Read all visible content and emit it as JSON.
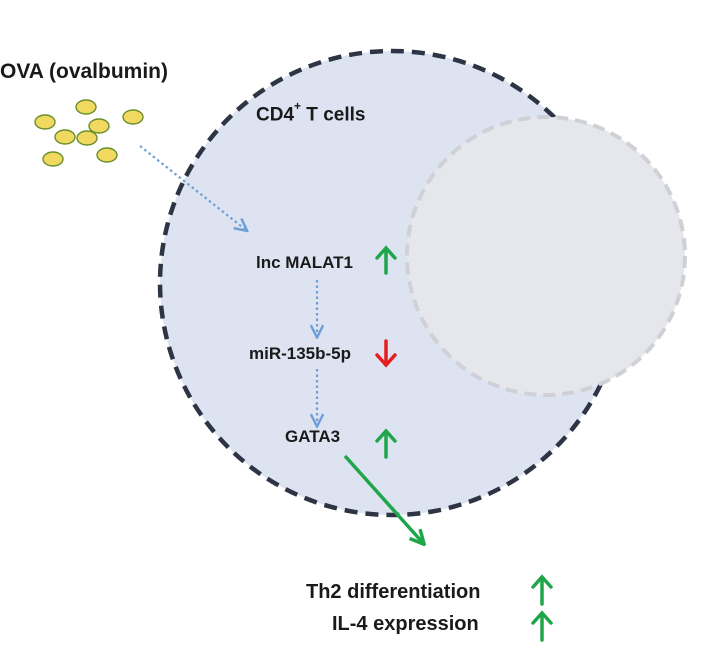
{
  "diagram": {
    "antigen_label": "OVA (ovalbumin)",
    "cell_label": "CD4",
    "cell_label_sup": "+",
    "cell_label_suffix": " T cells",
    "nodes": [
      {
        "id": "malat1",
        "label": "lnc MALAT1",
        "regulation": "up"
      },
      {
        "id": "mir",
        "label": "miR-135b-5p",
        "regulation": "down"
      },
      {
        "id": "gata3",
        "label": "GATA3",
        "regulation": "up"
      }
    ],
    "outcomes": [
      {
        "label": "Th2 differentiation",
        "regulation": "up"
      },
      {
        "label": "IL-4 expression",
        "regulation": "up"
      }
    ],
    "colors": {
      "cell_fill": "#dde3f1",
      "cell_border": "#2d3544",
      "nucleus_fill": "#e6e7ec",
      "nucleus_border": "#cfd1d6",
      "particle_fill": "#f1d861",
      "particle_border": "#6a8f2a",
      "dotted_arrow": "#6f9fd6",
      "up_arrow": "#1fa64a",
      "down_arrow": "#e61e1e"
    }
  }
}
